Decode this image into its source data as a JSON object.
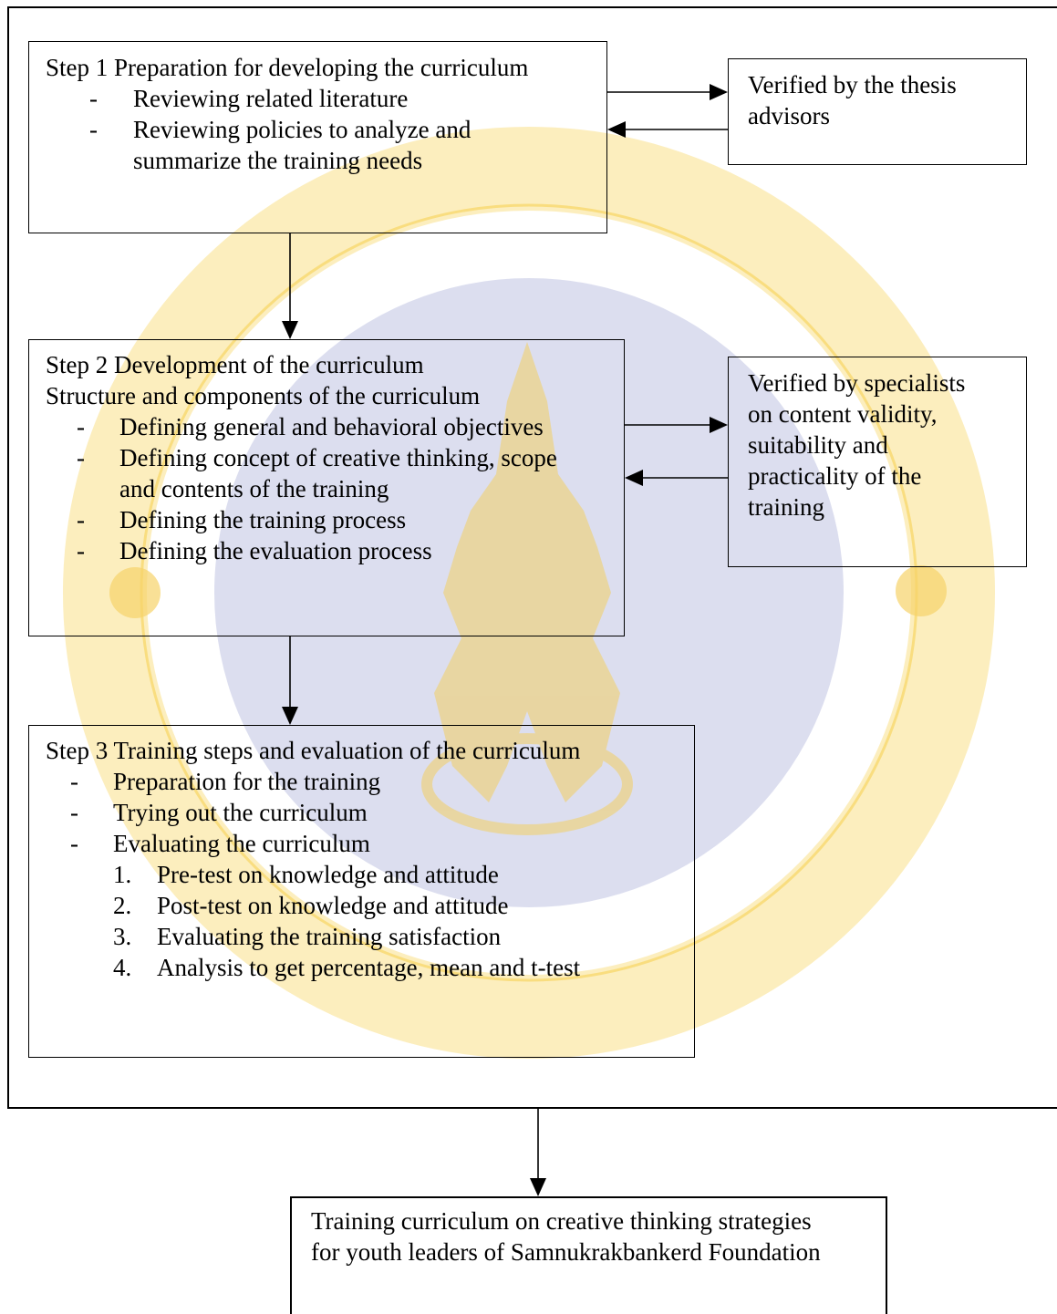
{
  "step1": {
    "title": "Step 1 Preparation for developing the curriculum",
    "items": [
      "Reviewing related literature",
      "Reviewing policies to analyze and",
      "summarize the training needs"
    ],
    "dash": "-"
  },
  "verify1": {
    "lines": [
      "Verified by the thesis",
      "advisors"
    ]
  },
  "step2": {
    "title": "Step 2  Development of the curriculum",
    "subtitle": "Structure and components of the curriculum",
    "items": [
      "Defining general and behavioral objectives",
      "Defining concept of creative thinking, scope",
      "and contents of the training",
      "Defining the training process",
      "Defining the evaluation process"
    ],
    "dash": "-"
  },
  "verify2": {
    "lines": [
      "Verified by specialists",
      "on content validity,",
      "suitability and",
      "practicality of the",
      "training"
    ]
  },
  "step3": {
    "title": "Step 3 Training steps and evaluation of the curriculum",
    "items": [
      "Preparation for the training",
      "Trying out the curriculum",
      "Evaluating the curriculum"
    ],
    "numbers": [
      "1.",
      "2.",
      "3.",
      "4."
    ],
    "subitems": [
      "Pre-test on knowledge and attitude",
      "Post-test on knowledge and attitude",
      "Evaluating the training satisfaction",
      "Analysis to get percentage, mean and t-test"
    ],
    "dash": "-"
  },
  "result": {
    "lines": [
      "Training curriculum on creative thinking strategies",
      "for youth leaders of Samnukrakbankerd Foundation"
    ]
  },
  "colors": {
    "line": "#000000",
    "watermark_circle": "#c9cbe3",
    "watermark_gold": "#f5c200"
  }
}
